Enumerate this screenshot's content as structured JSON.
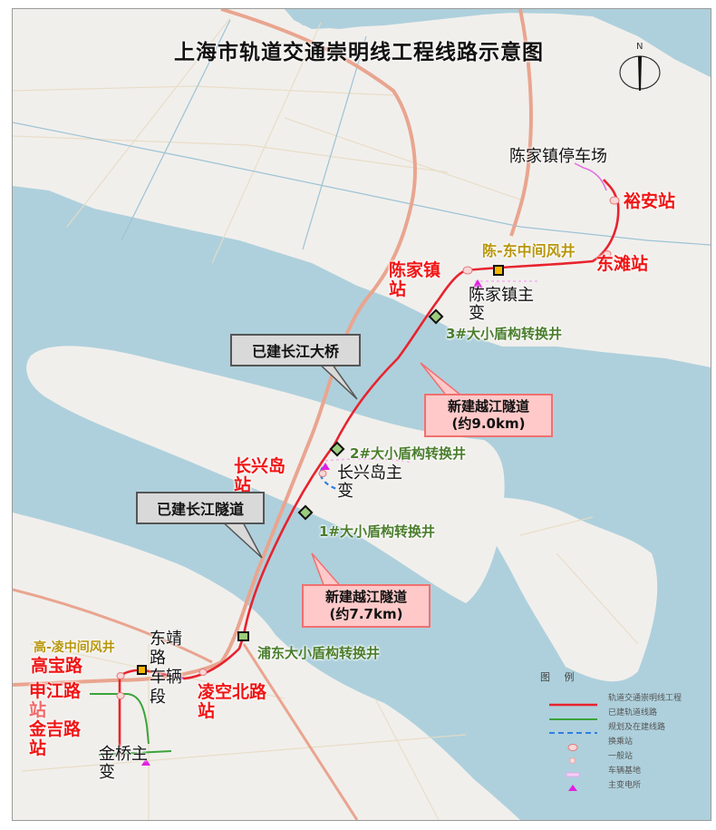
{
  "title": "上海市轨道交通崇明线工程线路示意图",
  "compass": {
    "label": "N"
  },
  "stations": {
    "yuan": "裕安站",
    "dongtan": "东滩站",
    "chenjiazhen": [
      "陈家镇",
      "站"
    ],
    "changxingdao": [
      "长兴岛",
      "站"
    ],
    "lingkongbeilu": [
      "凌空北路",
      "站"
    ],
    "gaobaolu": "高宝路",
    "shenjianglu": [
      "申江路",
      "站"
    ],
    "jinjilu": [
      "金吉路",
      "站"
    ]
  },
  "facilities": {
    "depot_chenjiazhen": "陈家镇停车场",
    "substation_chenjiazhen": [
      "陈家镇主",
      "变"
    ],
    "substation_changxingdao": [
      "长兴岛主",
      "变"
    ],
    "substation_jinqiao": [
      "金桥主",
      "变"
    ],
    "depot_dongjinglu": [
      "东靖",
      "路",
      "车辆",
      "段"
    ]
  },
  "shafts": {
    "vent_chen_dong": "陈-东中间风井",
    "vent_gao_ling": "高-凌中间风井",
    "shaft3": "3#大小盾构转换井",
    "shaft2": "2#大小盾构转换井",
    "shaft1": "1#大小盾构转换井",
    "shaft_pudong": "浦东大小盾构转换井"
  },
  "callouts": {
    "bridge": "已建长江大桥",
    "tunnel_existing": "已建长江隧道",
    "tunnel_new_north": {
      "line1": "新建越江隧道",
      "line2": "(约9.0km)"
    },
    "tunnel_new_south": {
      "line1": "新建越江隧道",
      "line2": "(约7.7km)"
    }
  },
  "legend": {
    "title": "图 例",
    "items": [
      {
        "symbol": "red-line",
        "label": "轨道交通崇明线工程",
        "color": "#e8232e"
      },
      {
        "symbol": "green-line",
        "label": "已建轨道线路",
        "color": "#3aa43a"
      },
      {
        "symbol": "blue-dashed-line",
        "label": "规划及在建线路",
        "color": "#2f7fe0"
      },
      {
        "symbol": "interchange-station",
        "label": "换乘站",
        "color": "#f08080"
      },
      {
        "symbol": "regular-station",
        "label": "一般站",
        "color": "#f0a0a0"
      },
      {
        "symbol": "vehicle-base",
        "label": "车辆基地",
        "color": "#e8a0f0"
      },
      {
        "symbol": "substation",
        "label": "主变电所",
        "color": "#e020e0"
      }
    ]
  },
  "colors": {
    "water": "#aed0dc",
    "land": "#f1efec",
    "route": "#e8232e",
    "existing_road": "#e9a58f"
  }
}
